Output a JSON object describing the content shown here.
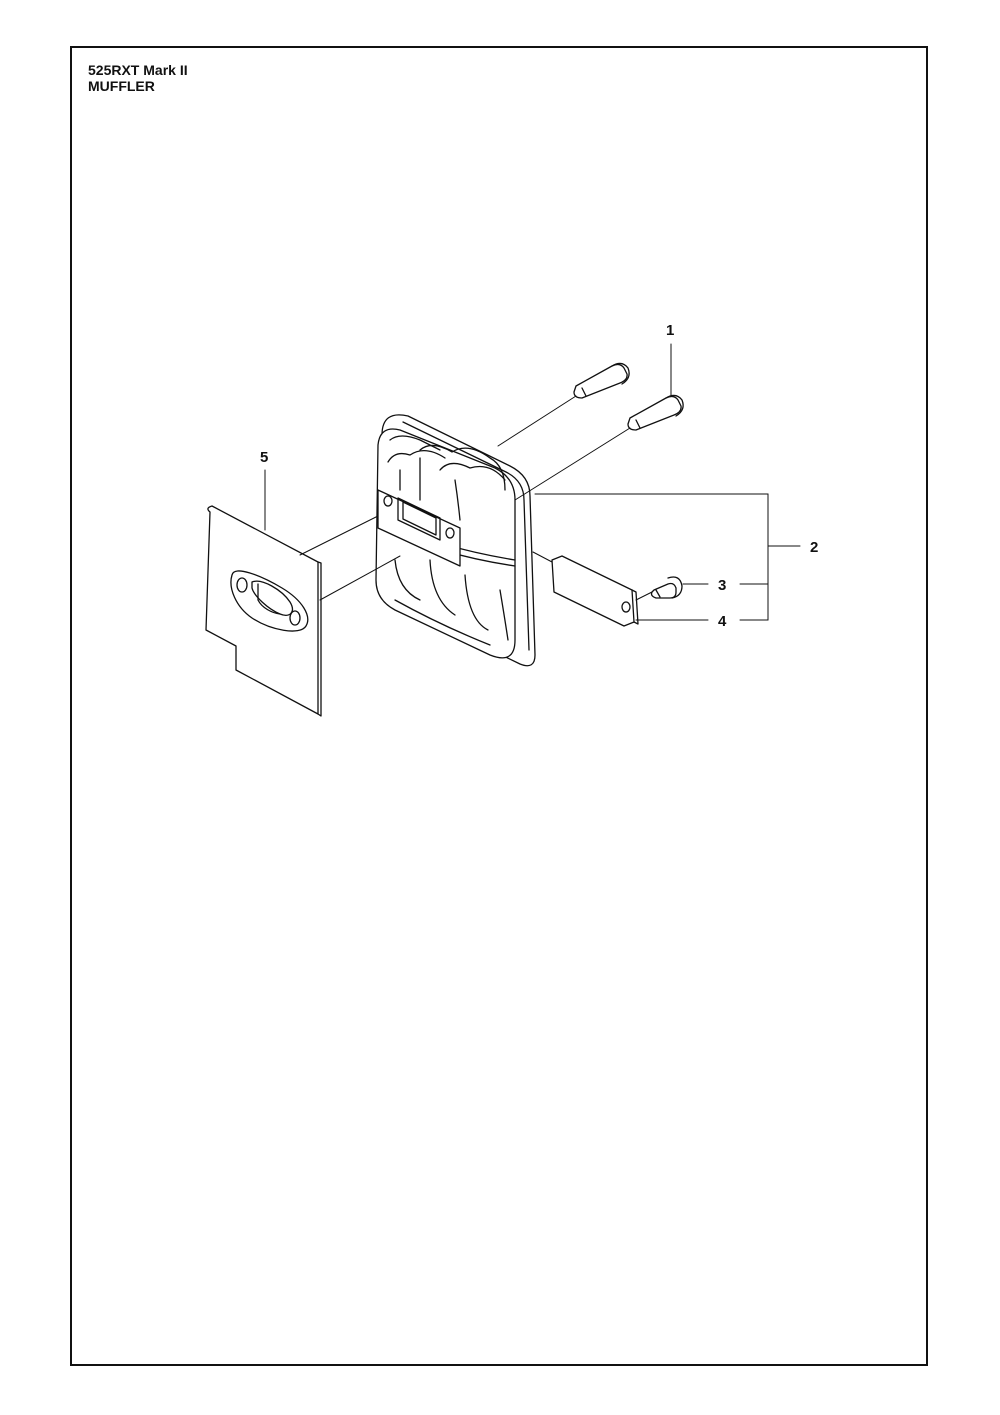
{
  "header": {
    "model": "525RXT Mark II",
    "section": "MUFFLER"
  },
  "callouts": [
    {
      "id": "1",
      "label": "1"
    },
    {
      "id": "2",
      "label": "2"
    },
    {
      "id": "3",
      "label": "3"
    },
    {
      "id": "4",
      "label": "4"
    },
    {
      "id": "5",
      "label": "5"
    }
  ],
  "colors": {
    "line": "#111111",
    "background": "#ffffff"
  }
}
